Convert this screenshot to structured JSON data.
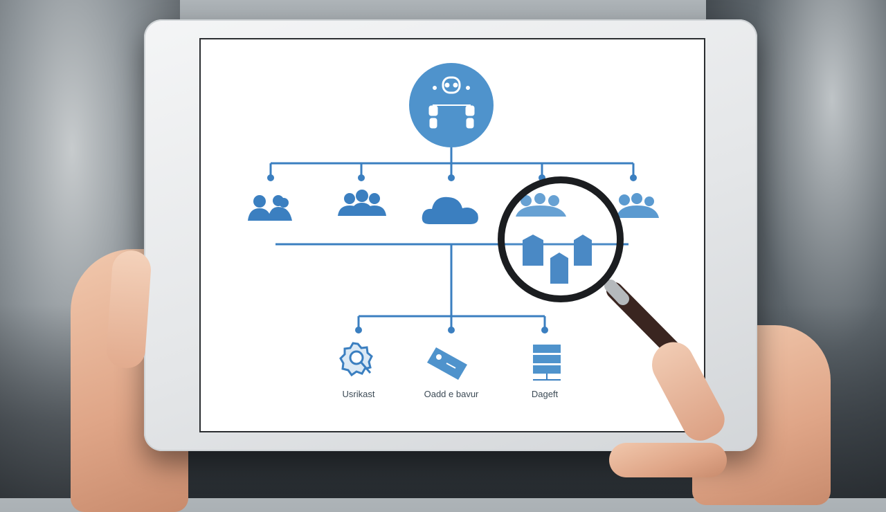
{
  "scene": {
    "subject": "tablet",
    "screen_background": "#ffffff",
    "accent": "#3b7fc0",
    "accent_light": "#5b9ad0"
  },
  "diagram": {
    "root_icon": "people-network-icon",
    "middle_icons": [
      "user-pair-icon",
      "user-group-icon",
      "cloud-icon",
      "server-group-icon",
      "user-cloud-icon"
    ],
    "magnified_icons": [
      "price-tag-icon",
      "price-tag-icon",
      "price-tag-icon"
    ],
    "bottom_nodes": [
      {
        "icon": "magnifier-badge-icon",
        "label": "Usrikast"
      },
      {
        "icon": "tag-icon",
        "label": "Oadd e bavur"
      },
      {
        "icon": "server-stack-icon",
        "label": "Dageft"
      }
    ]
  }
}
